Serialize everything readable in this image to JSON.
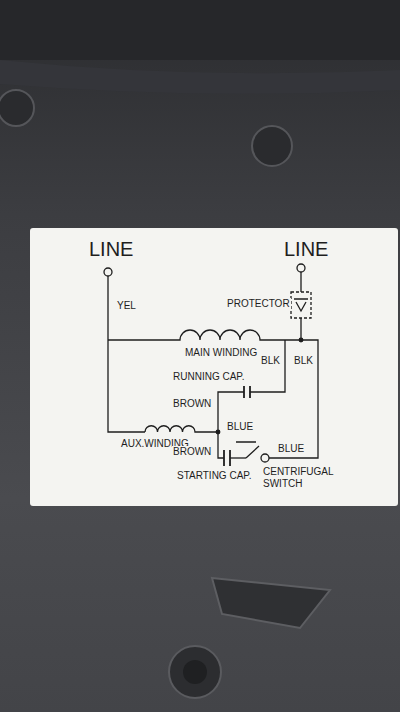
{
  "diagram": {
    "labels": [
      "LINE",
      "LINE",
      "YEL",
      "PROTECTOR",
      "MAIN WINDING",
      "BLK",
      "BLK",
      "RUNNING CAP.",
      "BROWN",
      "AUX.WINDING",
      "BLUE",
      "BROWN",
      "BLUE",
      "STARTING CAP.",
      "CENTRIFUGAL SWITCH"
    ]
  }
}
